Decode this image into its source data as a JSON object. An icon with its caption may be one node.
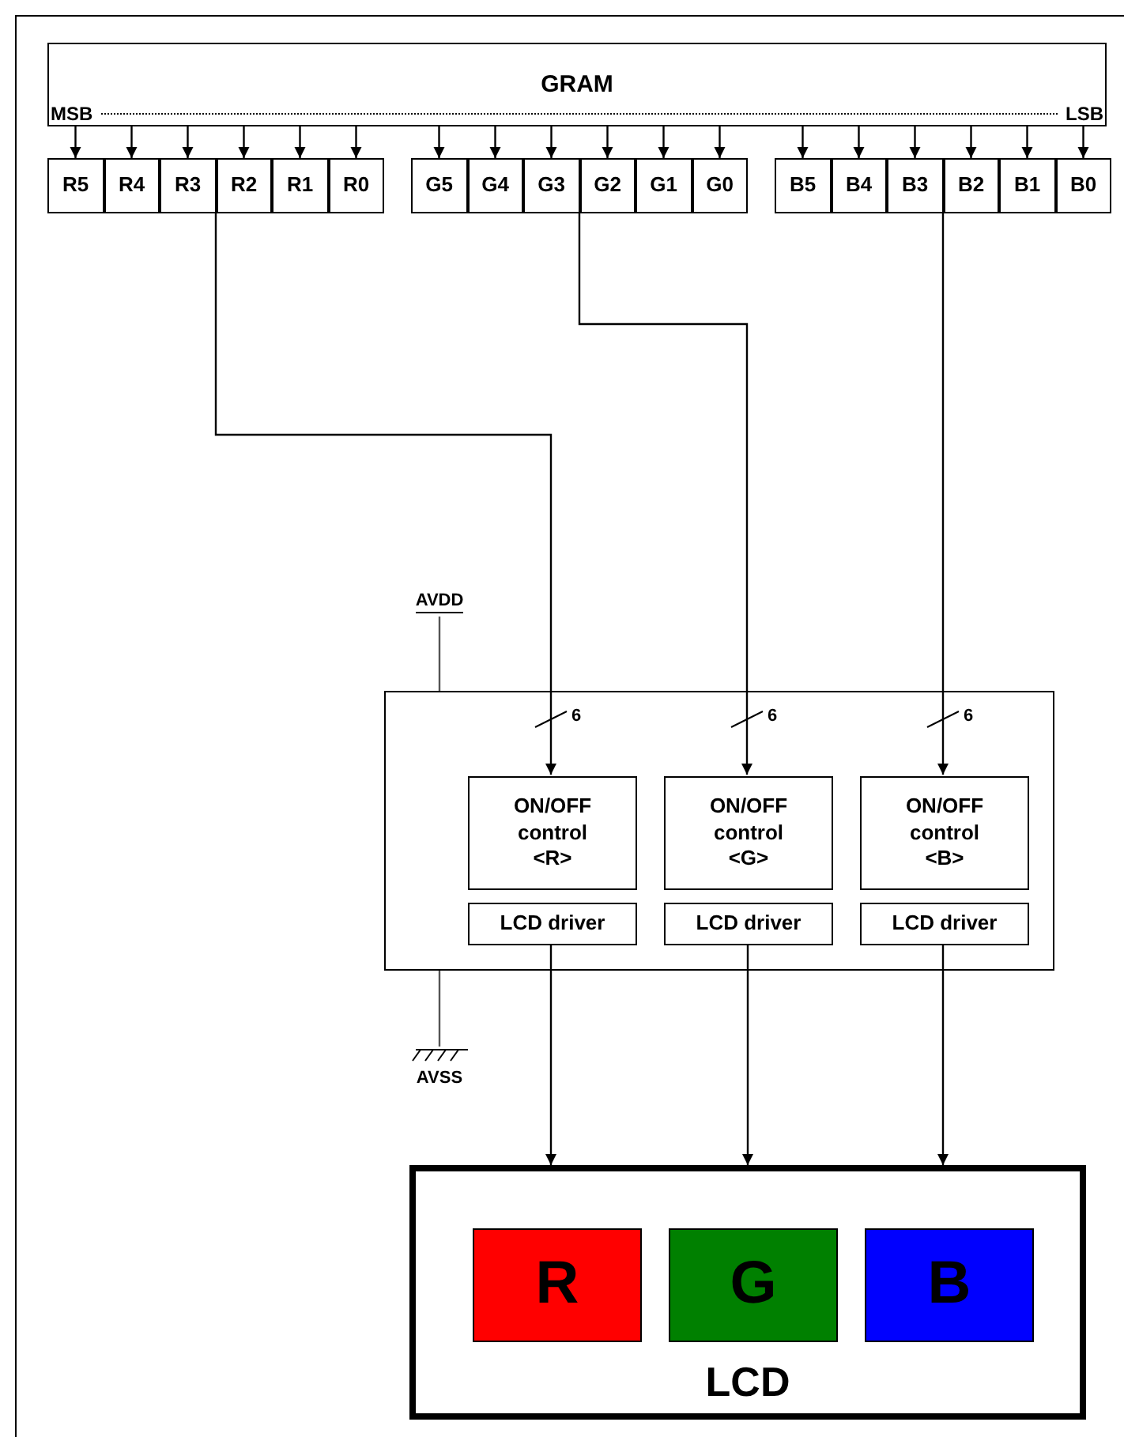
{
  "diagram": {
    "nodes": [
      {
        "text": [
          "GRAM",
          "MSB",
          "LSB"
        ]
      },
      {
        "text": [
          "R5"
        ]
      },
      {
        "text": [
          "R4"
        ]
      },
      {
        "text": [
          "R3"
        ]
      },
      {
        "text": [
          "R2"
        ]
      },
      {
        "text": [
          "R1"
        ]
      },
      {
        "text": [
          "R0"
        ]
      },
      {
        "text": [
          "G5"
        ]
      },
      {
        "text": [
          "G4"
        ]
      },
      {
        "text": [
          "G3"
        ]
      },
      {
        "text": [
          "G2"
        ]
      },
      {
        "text": [
          "G1"
        ]
      },
      {
        "text": [
          "G0"
        ]
      },
      {
        "text": [
          "B5"
        ]
      },
      {
        "text": [
          "B4"
        ]
      },
      {
        "text": [
          "B3"
        ]
      },
      {
        "text": [
          "B2"
        ]
      },
      {
        "text": [
          "B1"
        ]
      },
      {
        "text": [
          "B0"
        ]
      },
      {
        "text": [],
        "shape": "box"
      },
      {
        "text": [
          "ON/OFF control <R>"
        ],
        "in": 19
      },
      {
        "text": [
          "LCD driver"
        ],
        "in": 19
      },
      {
        "text": [
          "ON/OFF control <G>"
        ],
        "in": 19
      },
      {
        "text": [
          "LCD driver"
        ],
        "in": 19
      },
      {
        "text": [
          "ON/OFF control <B>"
        ],
        "in": 19
      },
      {
        "text": [
          "LCD driver"
        ],
        "in": 19
      },
      {
        "text": [
          "LCD"
        ]
      },
      {
        "text": [
          "R"
        ],
        "in": 26
      },
      {
        "text": [
          "G"
        ],
        "in": 26
      },
      {
        "text": [
          "B"
        ],
        "in": 26
      },
      {
        "text": [
          "AVDD"
        ]
      },
      {
        "text": [
          "AVSS"
        ]
      }
    ],
    "edges": [
      {
        "from": 0,
        "to": 1,
        "arrow": "to"
      },
      {
        "from": 0,
        "to": 2,
        "arrow": "to"
      },
      {
        "from": 0,
        "to": 3,
        "arrow": "to"
      },
      {
        "from": 0,
        "to": 4,
        "arrow": "to"
      },
      {
        "from": 0,
        "to": 5,
        "arrow": "to"
      },
      {
        "from": 0,
        "to": 6,
        "arrow": "to"
      },
      {
        "from": 0,
        "to": 7,
        "arrow": "to"
      },
      {
        "from": 0,
        "to": 8,
        "arrow": "to"
      },
      {
        "from": 0,
        "to": 9,
        "arrow": "to"
      },
      {
        "from": 0,
        "to": 10,
        "arrow": "to"
      },
      {
        "from": 0,
        "to": 11,
        "arrow": "to"
      },
      {
        "from": 0,
        "to": 12,
        "arrow": "to"
      },
      {
        "from": 0,
        "to": 13,
        "arrow": "to"
      },
      {
        "from": 0,
        "to": 14,
        "arrow": "to"
      },
      {
        "from": 0,
        "to": 15,
        "arrow": "to"
      },
      {
        "from": 0,
        "to": 16,
        "arrow": "to"
      },
      {
        "from": 0,
        "to": 17,
        "arrow": "to"
      },
      {
        "from": 0,
        "to": 18,
        "arrow": "to"
      },
      {
        "from": 4,
        "to": 20,
        "arrow": "to",
        "label": "6"
      },
      {
        "from": 10,
        "to": 22,
        "arrow": "to",
        "label": "6"
      },
      {
        "from": 16,
        "to": 24,
        "arrow": "to",
        "label": "6"
      },
      {
        "from": 21,
        "to": 26,
        "arrow": "to"
      },
      {
        "from": 23,
        "to": 26,
        "arrow": "to"
      },
      {
        "from": 25,
        "to": 26,
        "arrow": "to"
      },
      {
        "from": 30,
        "to": 19,
        "arrow": "none"
      },
      {
        "from": 19,
        "to": 31,
        "arrow": "none"
      }
    ]
  }
}
